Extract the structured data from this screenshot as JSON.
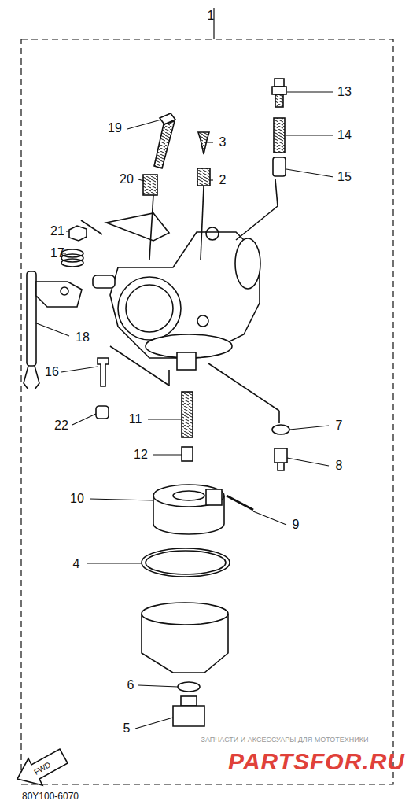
{
  "diagram": {
    "labels": [
      "1",
      "13",
      "14",
      "15",
      "19",
      "3",
      "20",
      "2",
      "21",
      "17",
      "18",
      "16",
      "22",
      "11",
      "7",
      "12",
      "8",
      "10",
      "9",
      "4",
      "6",
      "5",
      "FWD",
      "80Y100-6070",
      "ЗАПЧАСТИ И АКСЕССУАРЫ ДЛЯ МОТОТЕХНИКИ",
      "PARTSFOR.RU"
    ]
  }
}
